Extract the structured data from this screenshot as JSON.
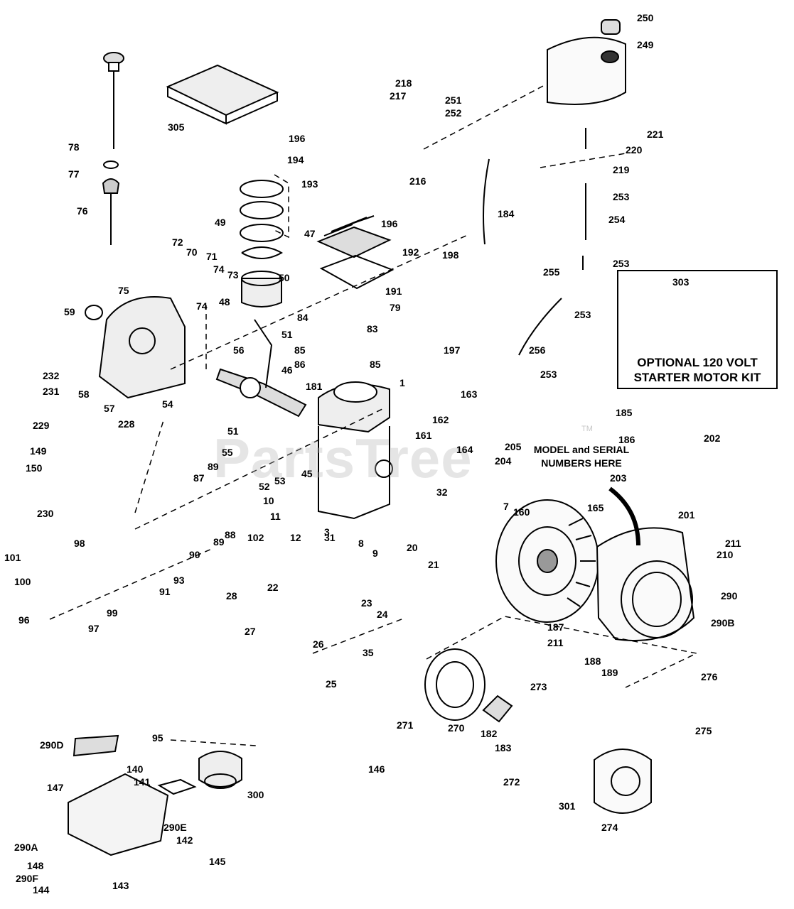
{
  "inset": {
    "title_line1": "OPTIONAL 120 VOLT",
    "title_line2": "STARTER MOTOR KIT",
    "part": "303"
  },
  "note": {
    "line1": "MODEL and SERIAL",
    "line2": "NUMBERS HERE"
  },
  "watermark": {
    "text": "PartsTree",
    "tm": "TM"
  },
  "parts": [
    "250",
    "249",
    "305",
    "78",
    "77",
    "76",
    "196",
    "194",
    "193",
    "218",
    "217",
    "216",
    "251",
    "252",
    "221",
    "220",
    "219",
    "253",
    "254",
    "253",
    "196",
    "192",
    "191",
    "184",
    "198",
    "79",
    "197",
    "255",
    "253",
    "256",
    "253",
    "49",
    "47",
    "72",
    "70",
    "71",
    "74",
    "73",
    "74",
    "75",
    "48",
    "50",
    "59",
    "58",
    "57",
    "56",
    "51",
    "46",
    "84",
    "83",
    "85",
    "86",
    "85",
    "232",
    "231",
    "54",
    "181",
    "1",
    "163",
    "162",
    "161",
    "164",
    "205",
    "204",
    "185",
    "186",
    "202",
    "229",
    "228",
    "149",
    "150",
    "230",
    "51",
    "55",
    "52",
    "53",
    "45",
    "10",
    "32",
    "87",
    "89",
    "88",
    "89",
    "11",
    "12",
    "3",
    "102",
    "7",
    "160",
    "165",
    "201",
    "211",
    "210",
    "98",
    "101",
    "100",
    "90",
    "93",
    "91",
    "8",
    "9",
    "20",
    "21",
    "31",
    "290",
    "290B",
    "22",
    "28",
    "23",
    "24",
    "27",
    "26",
    "35",
    "25",
    "96",
    "97",
    "99",
    "187",
    "211",
    "188",
    "189",
    "276",
    "273",
    "271",
    "270",
    "182",
    "183",
    "275",
    "272",
    "301",
    "274",
    "146",
    "290D",
    "95",
    "140",
    "141",
    "300",
    "147",
    "290E",
    "142",
    "290A",
    "148",
    "290F",
    "145",
    "144",
    "143",
    "203"
  ]
}
